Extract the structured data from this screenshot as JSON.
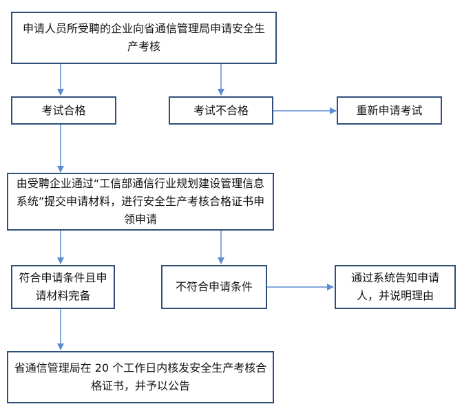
{
  "flowchart": {
    "apply": "申请人员所受聘的企业向省通信管理局申请安全生产考核",
    "pass": "考试合格",
    "fail": "考试不合格",
    "reapply": "重新申请考试",
    "submit": "由受聘企业通过“工信部通信行业规划建设管理信息系统”提交申请材料，进行安全生产考核合格证书申领申请",
    "qualified": "符合申请条件且申请材料完备",
    "unqualified": "不符合申请条件",
    "notify": "通过系统告知申请人，并说明理由",
    "issue": "省通信管理局在 20 个工作日内核发安全生产考核合格证书，并予以公告"
  },
  "colors": {
    "box_border": "#2f4f7a",
    "arrow": "#5b8bd0"
  }
}
